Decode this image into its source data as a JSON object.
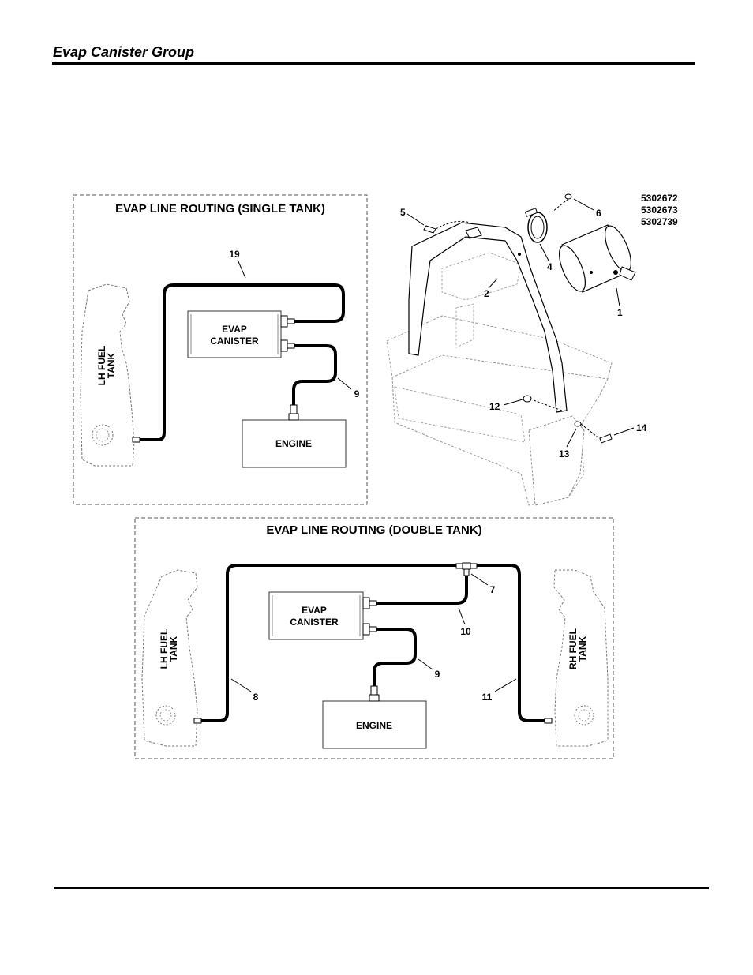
{
  "page": {
    "title": "Evap Canister Group"
  },
  "single_tank": {
    "title": "EVAP LINE ROUTING (SINGLE TANK)",
    "lh_tank_line1": "LH FUEL",
    "lh_tank_line2": "TANK",
    "canister_line1": "EVAP",
    "canister_line2": "CANISTER",
    "engine_label": "ENGINE",
    "callouts": {
      "c19": "19",
      "c9": "9"
    }
  },
  "double_tank": {
    "title": "EVAP LINE ROUTING (DOUBLE TANK)",
    "lh_tank_line1": "LH FUEL",
    "lh_tank_line2": "TANK",
    "rh_tank_line1": "RH FUEL",
    "rh_tank_line2": "TANK",
    "canister_line1": "EVAP",
    "canister_line2": "CANISTER",
    "engine_label": "ENGINE",
    "callouts": {
      "c7": "7",
      "c10": "10",
      "c9": "9",
      "c8": "8",
      "c11": "11"
    }
  },
  "exploded_view": {
    "part_numbers": [
      "5302672",
      "5302673",
      "5302739"
    ],
    "callouts": {
      "c1": "1",
      "c2": "2",
      "c4": "4",
      "c5": "5",
      "c6": "6",
      "c12": "12",
      "c13": "13",
      "c14": "14"
    }
  }
}
